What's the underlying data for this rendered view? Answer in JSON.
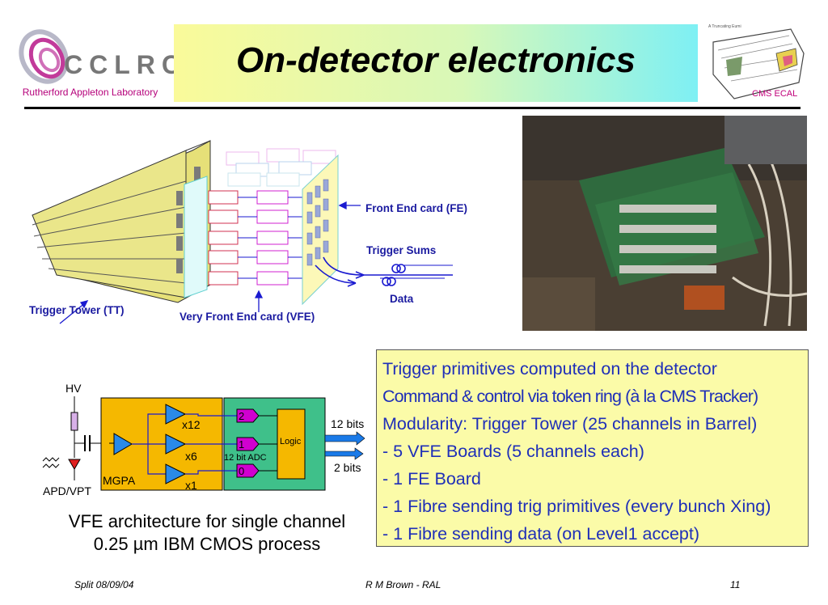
{
  "header": {
    "org_logo_text": "CCLRC",
    "lab_name": "Rutherford Appleton Laboratory",
    "title": "On-detector electronics",
    "detector_label": "CMS ECAL",
    "detector_small_caption": "A Truncating Eumi"
  },
  "diagram": {
    "fe_label": "Front End card (FE)",
    "trigger_sums_label": "Trigger Sums",
    "data_label": "Data",
    "tt_label": "Trigger Tower (TT)",
    "vfe_label": "Very Front End card (VFE)"
  },
  "vfe": {
    "hv_label": "HV",
    "apd_label": "APD/VPT",
    "mgpa_label": "MGPA",
    "gain_x12": "x12",
    "gain_x6": "x6",
    "gain_x1": "x1",
    "adc_2": "2",
    "adc_1": "1",
    "adc_0": "0",
    "adc_label": "12 bit ADC",
    "logic_label": "Logic",
    "out_12bits": "12 bits",
    "out_2bits": "2 bits",
    "caption_line1": "VFE architecture for single channel",
    "caption_line2": "0.25 µm IBM CMOS process"
  },
  "info": {
    "lines": [
      "Trigger primitives computed on the detector",
      "Command & control via token ring (à la CMS Tracker)",
      "Modularity: Trigger Tower (25 channels in Barrel)",
      "- 5 VFE Boards (5 channels each)",
      "- 1 FE Board",
      "- 1 Fibre sending trig primitives (every bunch Xing)",
      "- 1 Fibre sending data (on Level1 accept)"
    ]
  },
  "footer": {
    "left": "Split 08/09/04",
    "center": "R M Brown - RAL",
    "right": "11"
  },
  "colors": {
    "lab_magenta": "#b5007a",
    "title_gradient_start": "#fafa9a",
    "title_gradient_end": "#7ef0f4",
    "label_blue": "#1a1aa0",
    "info_bg": "#fbfba8",
    "info_text": "#1f2fb8",
    "mgpa_orange": "#f5b800",
    "adc_green": "#3fc08a",
    "adc_magenta": "#d000d0"
  }
}
